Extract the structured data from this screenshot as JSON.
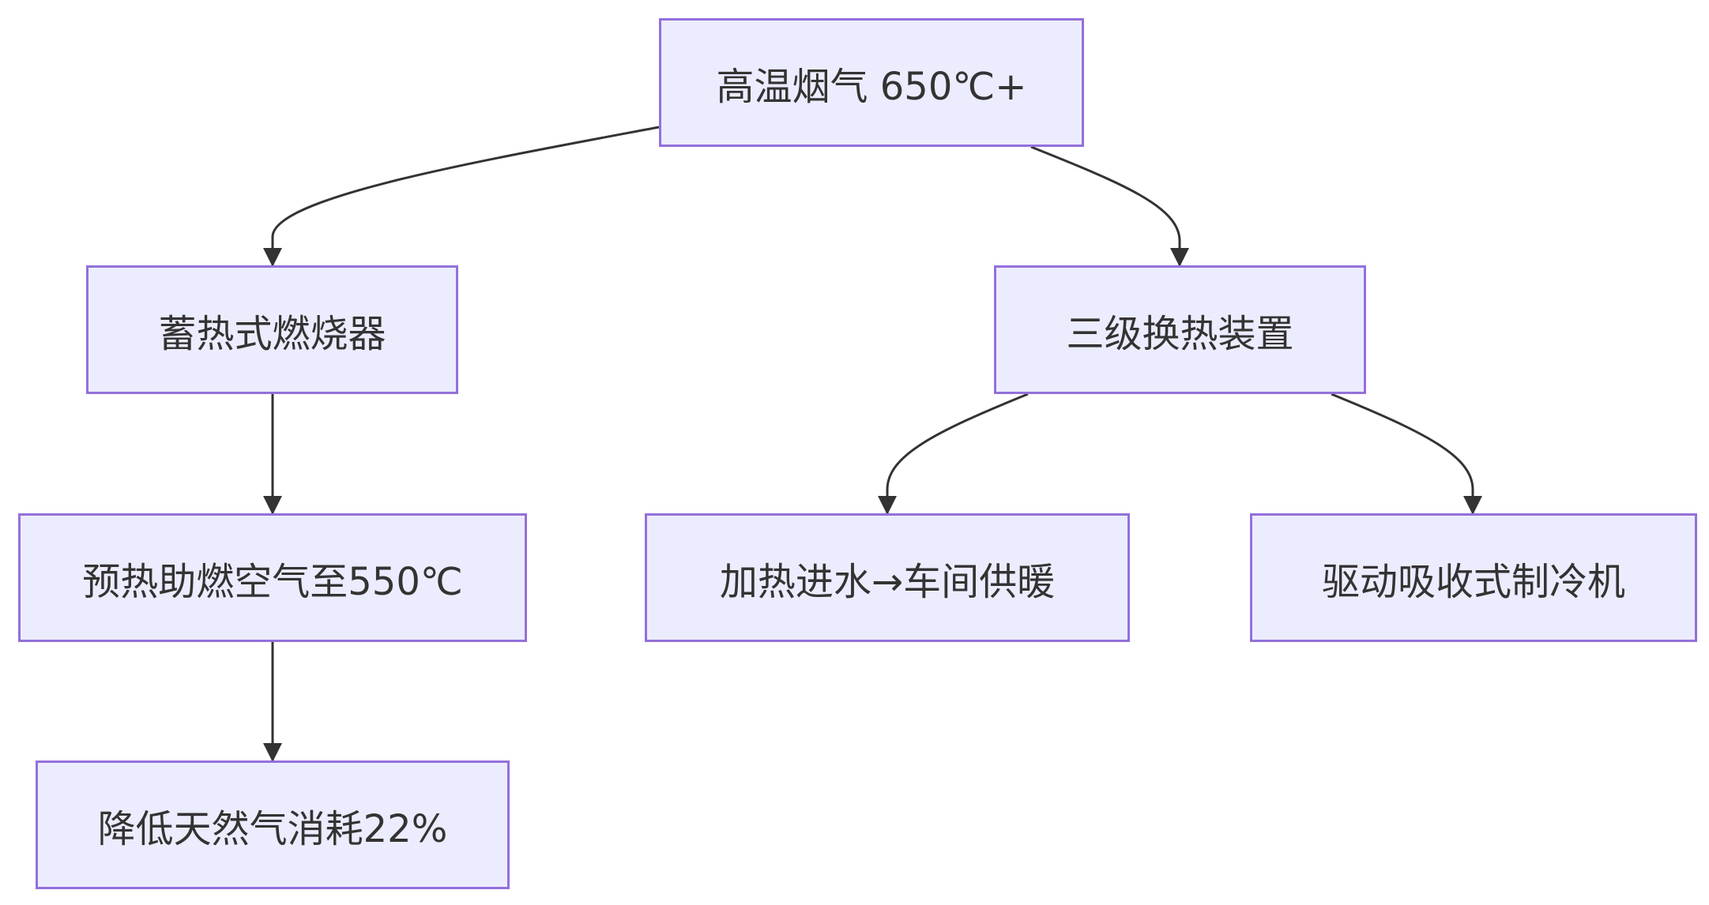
{
  "nodes": {
    "top": "高温烟气 650℃+",
    "burner": "蓄热式燃烧器",
    "exchanger": "三级换热装置",
    "preheat": "预热助燃空气至550℃",
    "heating": "加热进水→车间供暖",
    "chiller": "驱动吸收式制冷机",
    "saving": "降低天然气消耗22%"
  },
  "colors": {
    "node_fill": "#ececff",
    "node_border": "#9370db",
    "edge": "#333333",
    "text": "#333333"
  }
}
